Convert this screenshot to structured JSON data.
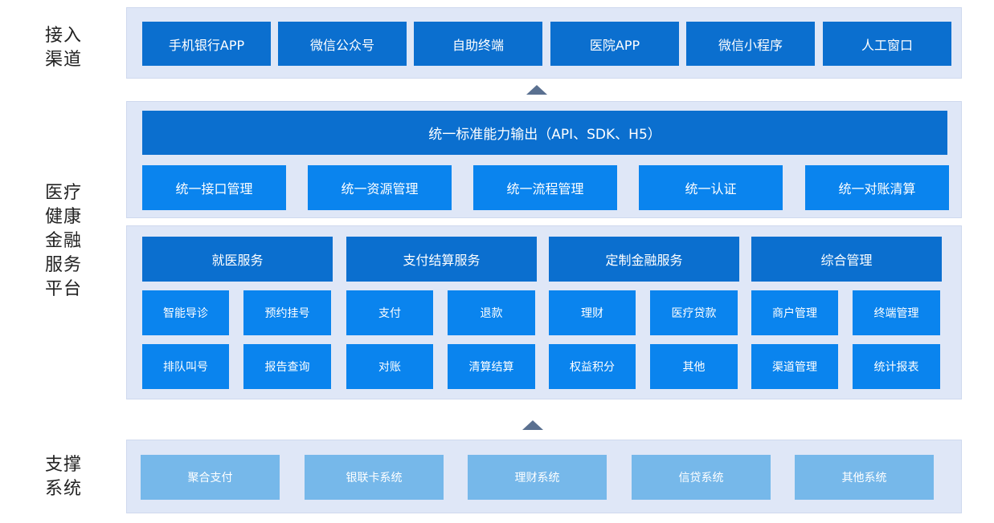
{
  "labels": {
    "access": "接入\n渠道",
    "platform": "医疗\n健康\n金融\n服务\n平台",
    "support": "支撑\n系统"
  },
  "channels": [
    "手机银行APP",
    "微信公众号",
    "自助终端",
    "医院APP",
    "微信小程序",
    "人工窗口"
  ],
  "capability": {
    "title": "统一标准能力输出（API、SDK、H5）",
    "items": [
      "统一接口管理",
      "统一资源管理",
      "统一流程管理",
      "统一认证",
      "统一对账清算"
    ]
  },
  "services": [
    {
      "title": "就医服务",
      "items": [
        "智能导诊",
        "预约挂号",
        "排队叫号",
        "报告查询"
      ]
    },
    {
      "title": "支付结算服务",
      "items": [
        "支付",
        "退款",
        "对账",
        "清算结算"
      ]
    },
    {
      "title": "定制金融服务",
      "items": [
        "理财",
        "医疗贷款",
        "权益积分",
        "其他"
      ]
    },
    {
      "title": "综合管理",
      "items": [
        "商户管理",
        "终端管理",
        "渠道管理",
        "统计报表"
      ]
    }
  ],
  "support_systems": [
    "聚合支付",
    "银联卡系统",
    "理财系统",
    "信贷系统",
    "其他系统"
  ],
  "colors": {
    "dark_blue": "#0b6fcf",
    "mid_blue": "#0a84ee",
    "light_blue": "#76b8ea",
    "panel": "#dfe7f7"
  }
}
